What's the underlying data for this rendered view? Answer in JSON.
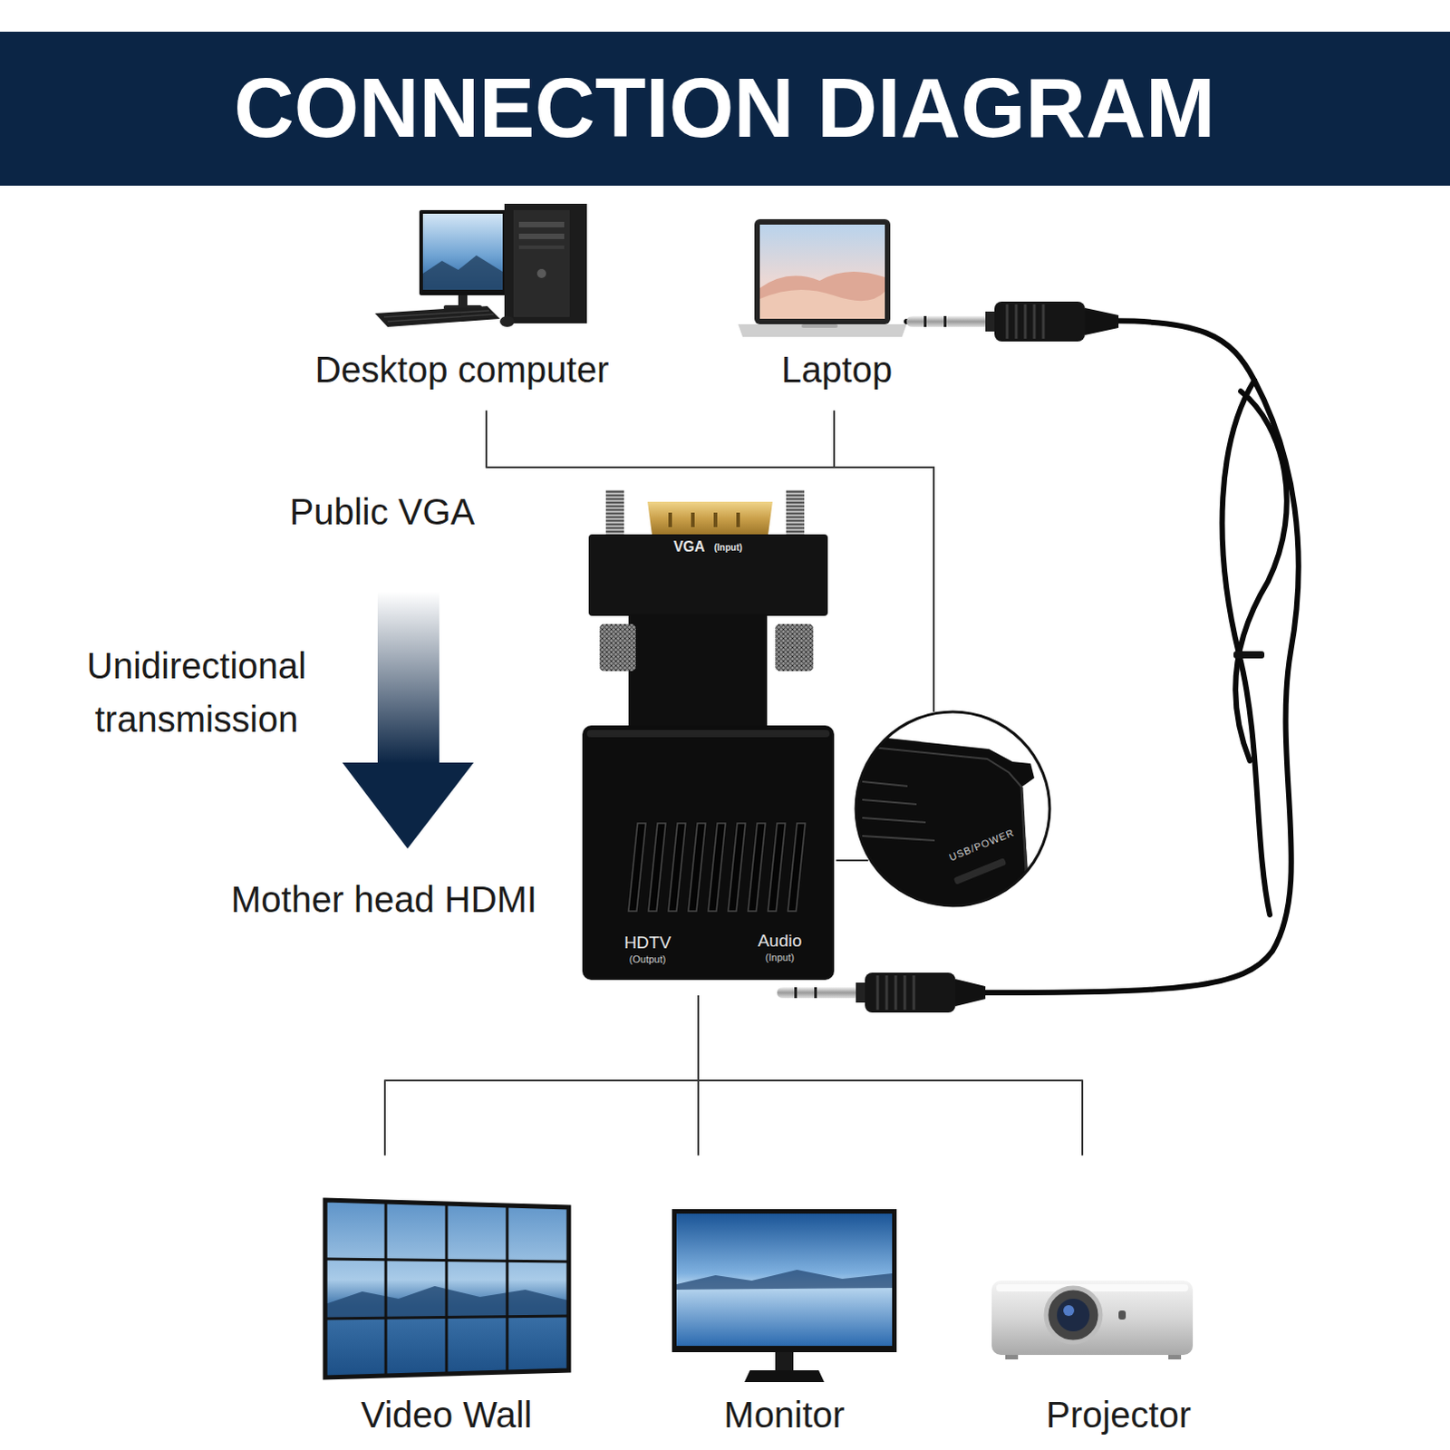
{
  "diagram": {
    "title": "CONNECTION DIAGRAM",
    "nodes": [
      {
        "text": [
          "Desktop computer"
        ]
      },
      {
        "text": [
          "Laptop"
        ]
      },
      {
        "text": [
          "VGA",
          "(Input)",
          "HDTV",
          "(Output)",
          "Audio",
          "(Input)"
        ]
      },
      {
        "text": [
          "USB/POWER"
        ]
      },
      {
        "text": [
          "Video Wall"
        ]
      },
      {
        "text": [
          "Monitor"
        ]
      },
      {
        "text": [
          "Projector"
        ]
      }
    ],
    "edges": [
      {
        "from": 0,
        "to": 3,
        "arrow": "none"
      },
      {
        "from": 1,
        "to": 3,
        "arrow": "none"
      },
      {
        "from": 3,
        "to": 2,
        "arrow": "none"
      },
      {
        "from": 1,
        "to": 2,
        "arrow": "none"
      },
      {
        "from": 2,
        "to": 4,
        "arrow": "none"
      },
      {
        "from": 2,
        "to": 5,
        "arrow": "none"
      },
      {
        "from": 2,
        "to": 6,
        "arrow": "none"
      }
    ],
    "labels": [
      "Public VGA",
      "Unidirectional transmission",
      "Mother head HDMI"
    ]
  }
}
